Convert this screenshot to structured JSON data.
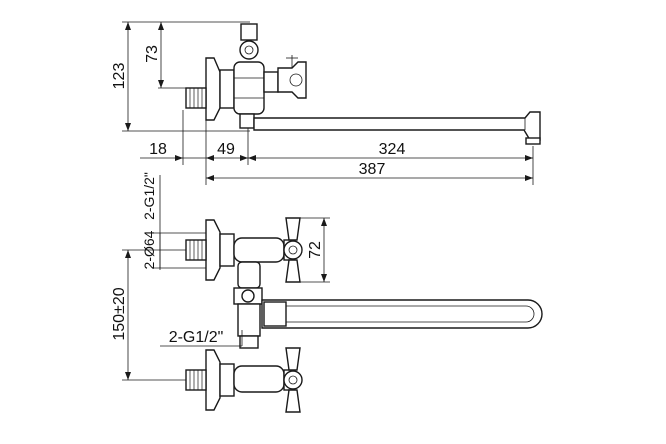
{
  "dimensions": {
    "height_total": "123",
    "height_upper": "73",
    "offset_left": "18",
    "offset_inlet": "49",
    "spout_reach": "324",
    "overall_length": "387",
    "thread_top": "2-G1/2\"",
    "escutcheon_diameter": "2-Ø64",
    "handle_height": "72",
    "center_distance": "150±20",
    "thread_inlet": "2-G1/2\""
  },
  "colors": {
    "line": "#1a1a1a",
    "background": "#ffffff"
  }
}
